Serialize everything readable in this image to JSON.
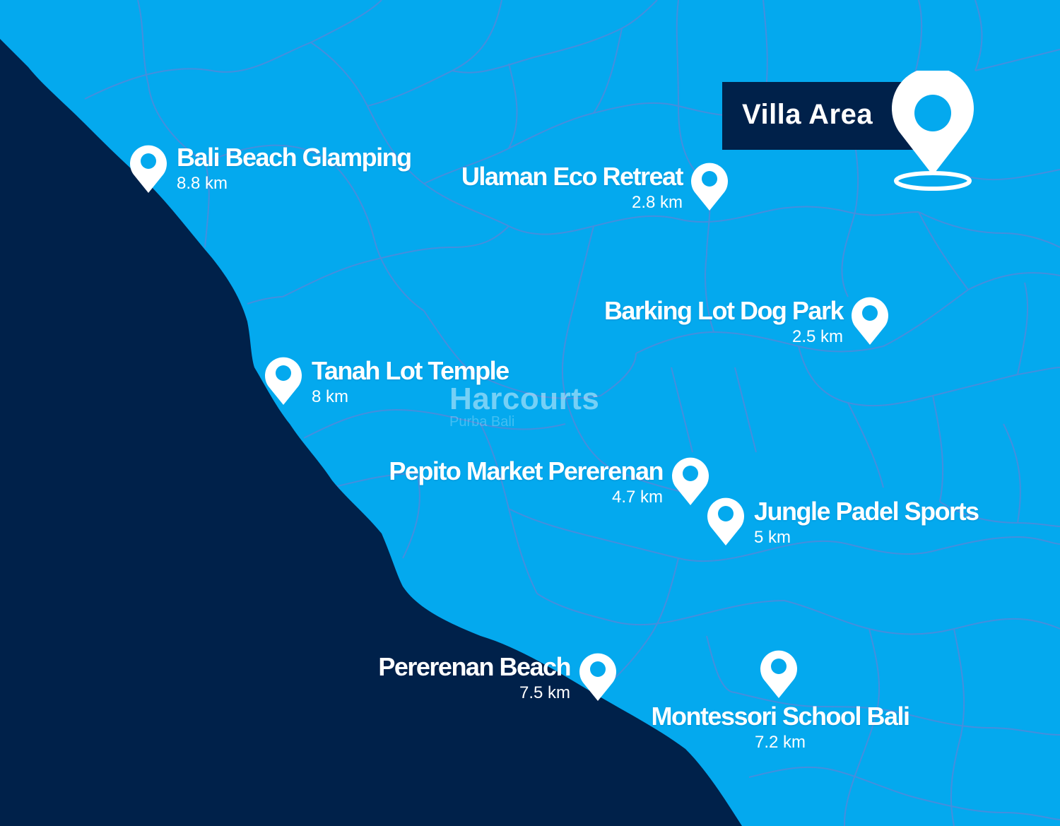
{
  "colors": {
    "land": "#04a9ee",
    "sea": "#00214a",
    "road": "#5b86d8",
    "pin": "#ffffff",
    "label_bg": "#00214a"
  },
  "villa": {
    "label": "Villa Area",
    "icon": "map-pin-icon"
  },
  "watermark": {
    "title": "Harcourts",
    "subtitle": "Purba Bali"
  },
  "places": [
    {
      "name": "Bali Beach Glamping",
      "distance": "8.8 km",
      "icon": "map-pin-icon"
    },
    {
      "name": "Ulaman Eco Retreat",
      "distance": "2.8 km",
      "icon": "map-pin-icon"
    },
    {
      "name": "Barking Lot Dog Park",
      "distance": "2.5 km",
      "icon": "map-pin-icon"
    },
    {
      "name": "Tanah Lot Temple",
      "distance": "8 km",
      "icon": "map-pin-icon"
    },
    {
      "name": "Pepito Market Pererenan",
      "distance": "4.7 km",
      "icon": "map-pin-icon"
    },
    {
      "name": "Jungle Padel Sports",
      "distance": "5 km",
      "icon": "map-pin-icon"
    },
    {
      "name": "Pererenan Beach",
      "distance": "7.5 km",
      "icon": "map-pin-icon"
    },
    {
      "name": "Montessori School Bali",
      "distance": "7.2 km",
      "icon": "map-pin-icon"
    }
  ]
}
